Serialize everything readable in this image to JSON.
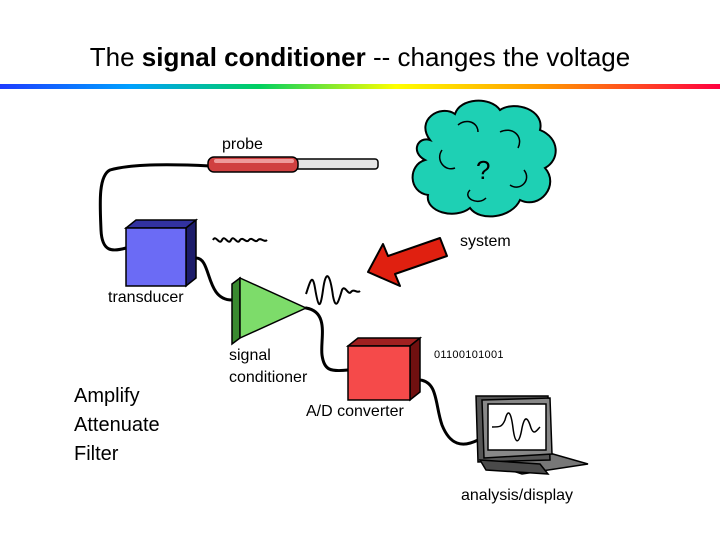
{
  "title": {
    "prefix": "The ",
    "bold": "signal conditioner",
    "suffix": " -- changes the voltage"
  },
  "components": {
    "probe": "probe",
    "system": "system",
    "system_symbol": "?",
    "transducer": "transducer",
    "conditioner_line1": "signal",
    "conditioner_line2": "conditioner",
    "ad_converter": "A/D converter",
    "binary_output": "01100101001",
    "display": "analysis/display"
  },
  "functions": [
    "Amplify",
    "Attenuate",
    "Filter"
  ],
  "colors": {
    "transducer": "#6b6bf5",
    "conditioner": "#7ddc6a",
    "ad_converter": "#f54a4a",
    "cloud": "#1ed0b4",
    "probe": "#d04040",
    "arrow": "#e02010"
  }
}
